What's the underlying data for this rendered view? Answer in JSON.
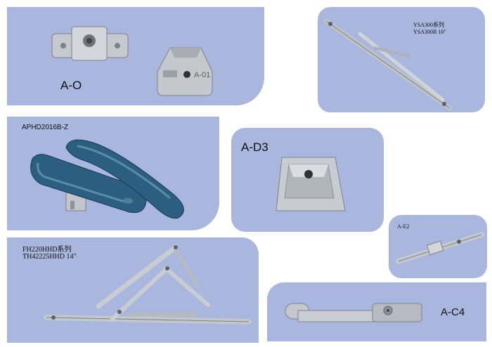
{
  "panels": {
    "ao": {
      "label": "A-O",
      "stamp": "A-01"
    },
    "ysa": {
      "line1": "YSA300系列",
      "line2": "YSA300B 10\""
    },
    "aphd": {
      "label": "APHD2016B-Z"
    },
    "ad3": {
      "label": "A-D3"
    },
    "ae2": {
      "label": "A-E2"
    },
    "fh": {
      "line1": "FH220HHD系列",
      "line2": "TH42225HHD  14\""
    },
    "ac4": {
      "label": "A-C4"
    }
  },
  "colors": {
    "panel_bg": "#a9b6dd",
    "metal": "#c9ccd1",
    "metal_dark": "#8e939a",
    "handle_blue": "#2b5e80"
  }
}
